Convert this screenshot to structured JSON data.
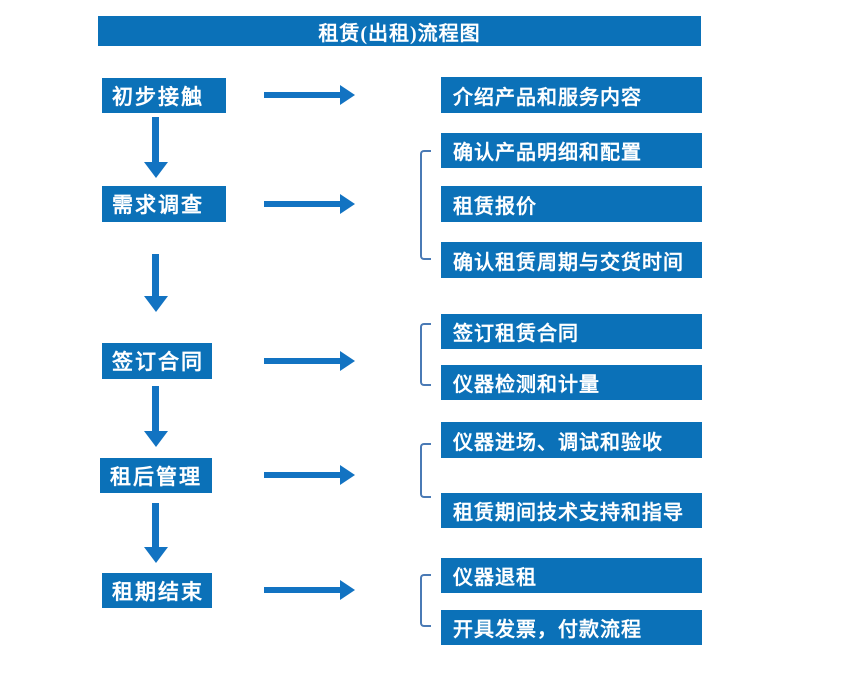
{
  "title": "租赁(出租)流程图",
  "colors": {
    "box_blue": "#0b71b8",
    "arrow_blue": "#1273c2",
    "bracket_blue": "#4a7ab5",
    "text_white": "#ffffff",
    "background": "#ffffff"
  },
  "steps": [
    {
      "label": "初步接触",
      "details": [
        "介绍产品和服务内容"
      ]
    },
    {
      "label": "需求调查",
      "details": [
        "确认产品明细和配置",
        "租赁报价",
        "确认租赁周期与交货时间"
      ]
    },
    {
      "label": "签订合同",
      "details": [
        "签订租赁合同",
        "仪器检测和计量"
      ]
    },
    {
      "label": "租后管理",
      "details": [
        "仪器进场、调试和验收",
        "租赁期间技术支持和指导"
      ]
    },
    {
      "label": "租期结束",
      "details": [
        "仪器退租",
        "开具发票，付款流程"
      ]
    }
  ]
}
